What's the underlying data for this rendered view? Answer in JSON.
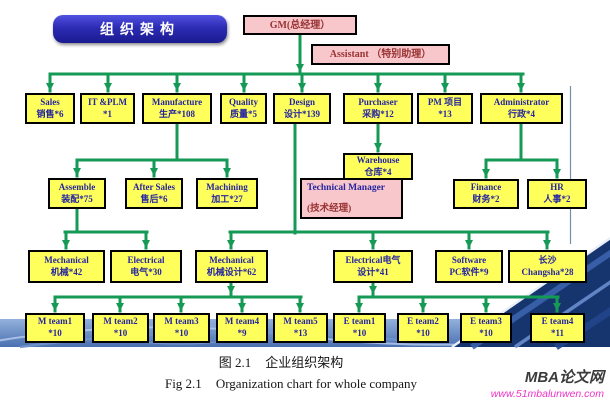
{
  "header": {
    "badge": "组织架构"
  },
  "chart": {
    "nodes": {
      "gm": {
        "label": "GM(总经理）"
      },
      "assistant": {
        "label": "Assistant （特别助理）"
      },
      "sales": {
        "line1": "Sales",
        "line2": "销售*6"
      },
      "itplm": {
        "line1": "IT &PLM",
        "line2": "*1"
      },
      "manufacture": {
        "line1": "Manufacture",
        "line2": "生产*108"
      },
      "quality": {
        "line1": "Quality",
        "line2": "质量*5"
      },
      "design": {
        "line1": "Design",
        "line2": "设计*139"
      },
      "purchaser": {
        "line1": "Purchaser",
        "line2": "采购*12"
      },
      "pm": {
        "line1": "PM 项目",
        "line2": "*13"
      },
      "administrator": {
        "line1": "Administrator",
        "line2": "行政*4"
      },
      "warehouse": {
        "line1": "Warehouse",
        "line2": "仓库*4"
      },
      "assemble": {
        "line1": "Assemble",
        "line2": "装配*75"
      },
      "after_sales": {
        "line1": "After Sales",
        "line2": "售后*6"
      },
      "machining": {
        "line1": "Machining",
        "line2": "加工*27"
      },
      "technical_manager": {
        "line1": "Technical Manager",
        "line2": "(技术经理)"
      },
      "finance": {
        "line1": "Finance",
        "line2": "财务*2"
      },
      "hr": {
        "line1": "HR",
        "line2": "人事*2"
      },
      "mechanical_assembly": {
        "line1": "Mechanical",
        "line2": "机械*42"
      },
      "electrical_assembly": {
        "line1": "Electrical",
        "line2": "电气*30"
      },
      "mechanical_design": {
        "line1": "Mechanical",
        "line2": "机械设计*62"
      },
      "electrical_design": {
        "line1": "Electrical电气",
        "line2": "设计*41"
      },
      "software": {
        "line1": "Software",
        "line2": "PC软件*9"
      },
      "changsha": {
        "line1": "长沙",
        "line2": "Changsha*28"
      },
      "m_team1": {
        "line1": "M team1",
        "line2": "*10"
      },
      "m_team2": {
        "line1": "M team2",
        "line2": "*10"
      },
      "m_team3": {
        "line1": "M team3",
        "line2": "*10"
      },
      "m_team4": {
        "line1": "M team4",
        "line2": "*9"
      },
      "m_team5": {
        "line1": "M team5",
        "line2": "*13"
      },
      "e_team1": {
        "line1": "E team1",
        "line2": "*10"
      },
      "e_team2": {
        "line1": "E team2",
        "line2": "*10"
      },
      "e_team3": {
        "line1": "E team3",
        "line2": "*10"
      },
      "e_team4": {
        "line1": "E team4",
        "line2": "*11"
      }
    }
  },
  "captions": {
    "cn_fig": "图 2.1",
    "cn_text": "企业组织架构",
    "en_fig": "Fig 2.1",
    "en_text": "Organization chart for whole company"
  },
  "watermark": {
    "site": "MBA论文网",
    "url": "www.51mbalunwen.com"
  },
  "colors": {
    "connector_green": "#149A55",
    "node_yellow": "#FFFF5C",
    "node_pink": "#F8C7CC",
    "text_navy": "#2525A0",
    "text_maroon": "#993333",
    "title_blue": "#2C2CB4",
    "strip_blue": "#4A70B2",
    "swoosh_navy": "#16356F",
    "watermark_pink": "#F032C8"
  }
}
